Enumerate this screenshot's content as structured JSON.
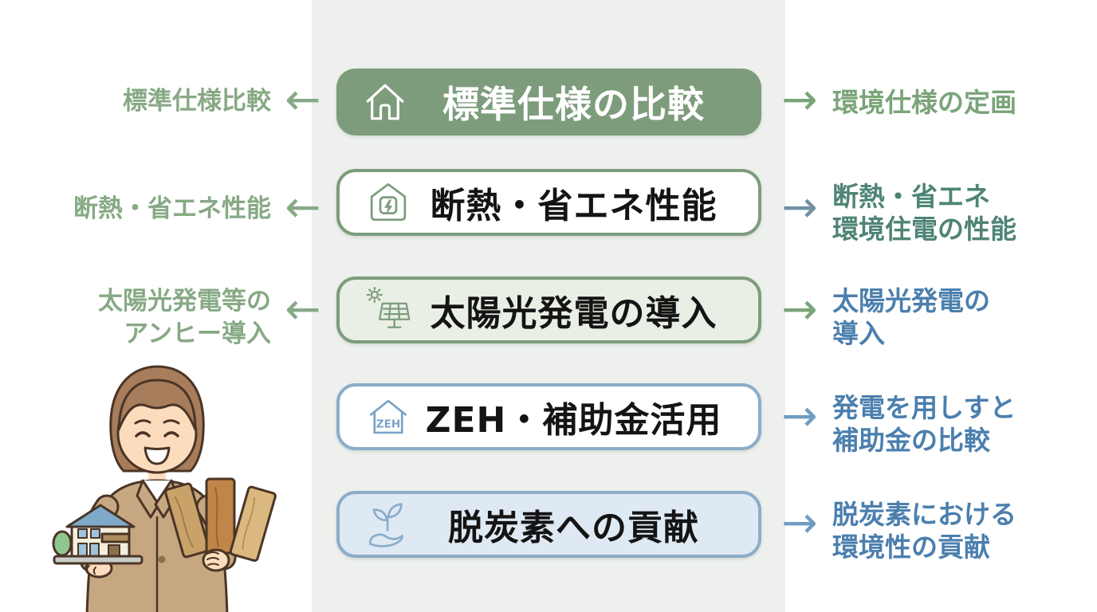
{
  "colors": {
    "band_bg": "#edf0ec",
    "green_solid": "#7d9c7c",
    "green_light_bg": "#e9efe5",
    "blue_border": "#8badc9",
    "blue_light_bg": "#dfe9f4",
    "left_label_green": "#87a985",
    "right_label_green": "#7aa479",
    "right_label_teal": "#4e8476",
    "right_label_blue": "#4b7fae",
    "arrow_green": "#7aa479",
    "arrow_bluegray": "#7191a4",
    "arrow_blue": "#6f9cc3",
    "box_text_dark": "#141414",
    "box1_text": "#ffffff"
  },
  "glyphs": {
    "arrow_left": "←",
    "arrow_right": "→"
  },
  "rows": [
    {
      "box": {
        "label": "標準仕様の比較",
        "icon": "house-icon"
      },
      "left": {
        "lines": [
          "標準仕様比較"
        ]
      },
      "right": {
        "lines": [
          "環境仕様の定画"
        ]
      }
    },
    {
      "box": {
        "label": "断熱・省エネ性能",
        "icon": "eco-house-bolt-icon"
      },
      "left": {
        "lines": [
          "断熱・省エネ性能"
        ]
      },
      "right": {
        "lines": [
          "断熱・省エネ",
          "環境住電の性能"
        ]
      }
    },
    {
      "box": {
        "label": "太陽光発電の導入",
        "icon": "solar-panel-icon"
      },
      "left": {
        "lines": [
          "太陽光発電等の",
          "アンヒー導入"
        ]
      },
      "right": {
        "lines": [
          "太陽光発電の",
          "導入"
        ]
      }
    },
    {
      "box": {
        "label": "ZEH・補助金活用",
        "icon": "zeh-house-icon",
        "icon_text": "ZEH"
      },
      "right": {
        "lines": [
          "発電を用しすと",
          "補助金の比較"
        ]
      }
    },
    {
      "box": {
        "label": "脱炭素への貢献",
        "icon": "sprout-hand-icon"
      },
      "right": {
        "lines": [
          "脱炭素における",
          "環境性の貢献"
        ]
      }
    }
  ],
  "illustration": {
    "name": "advisor-woman-holding-house-model-and-wood-samples"
  }
}
